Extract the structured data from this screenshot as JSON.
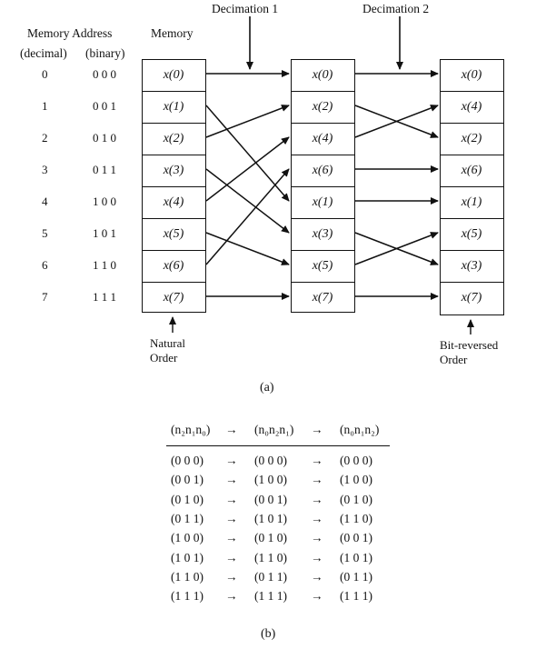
{
  "headers": {
    "memory_address": "Memory Address",
    "decimal": "(decimal)",
    "binary": "(binary)",
    "memory": "Memory",
    "decimation1": "Decimation 1",
    "decimation2": "Decimation 2"
  },
  "rows": [
    {
      "decimal": "0",
      "binary": "0 0 0"
    },
    {
      "decimal": "1",
      "binary": "0 0 1"
    },
    {
      "decimal": "2",
      "binary": "0 1 0"
    },
    {
      "decimal": "3",
      "binary": "0 1 1"
    },
    {
      "decimal": "4",
      "binary": "1 0 0"
    },
    {
      "decimal": "5",
      "binary": "1 0 1"
    },
    {
      "decimal": "6",
      "binary": "1 1 0"
    },
    {
      "decimal": "7",
      "binary": "1 1 1"
    }
  ],
  "columns": [
    [
      "x(0)",
      "x(1)",
      "x(2)",
      "x(3)",
      "x(4)",
      "x(5)",
      "x(6)",
      "x(7)"
    ],
    [
      "x(0)",
      "x(2)",
      "x(4)",
      "x(6)",
      "x(1)",
      "x(3)",
      "x(5)",
      "x(7)"
    ],
    [
      "x(0)",
      "x(4)",
      "x(2)",
      "x(6)",
      "x(1)",
      "x(5)",
      "x(3)",
      "x(7)"
    ]
  ],
  "labels": {
    "natural_line1": "Natural",
    "natural_line2": "Order",
    "bitrev_line1": "Bit-reversed",
    "bitrev_line2": "Order",
    "caption_a": "(a)",
    "caption_b": "(b)"
  },
  "table": {
    "header": [
      "(n₂n₁n₀)",
      "→",
      "(n₀n₂n₁)",
      "→",
      "(n₀n₁n₂)"
    ],
    "rows": [
      [
        "(0 0 0)",
        "→",
        "(0 0 0)",
        "→",
        "(0 0 0)"
      ],
      [
        "(0 0 1)",
        "→",
        "(1 0 0)",
        "→",
        "(1 0 0)"
      ],
      [
        "(0 1 0)",
        "→",
        "(0 0 1)",
        "→",
        "(0 1 0)"
      ],
      [
        "(0 1 1)",
        "→",
        "(1 0 1)",
        "→",
        "(1 1 0)"
      ],
      [
        "(1 0 0)",
        "→",
        "(0 1 0)",
        "→",
        "(0 0 1)"
      ],
      [
        "(1 0 1)",
        "→",
        "(1 1 0)",
        "→",
        "(1 0 1)"
      ],
      [
        "(1 1 0)",
        "→",
        "(0 1 1)",
        "→",
        "(0 1 1)"
      ],
      [
        "(1 1 1)",
        "→",
        "(1 1 1)",
        "→",
        "(1 1 1)"
      ]
    ]
  }
}
